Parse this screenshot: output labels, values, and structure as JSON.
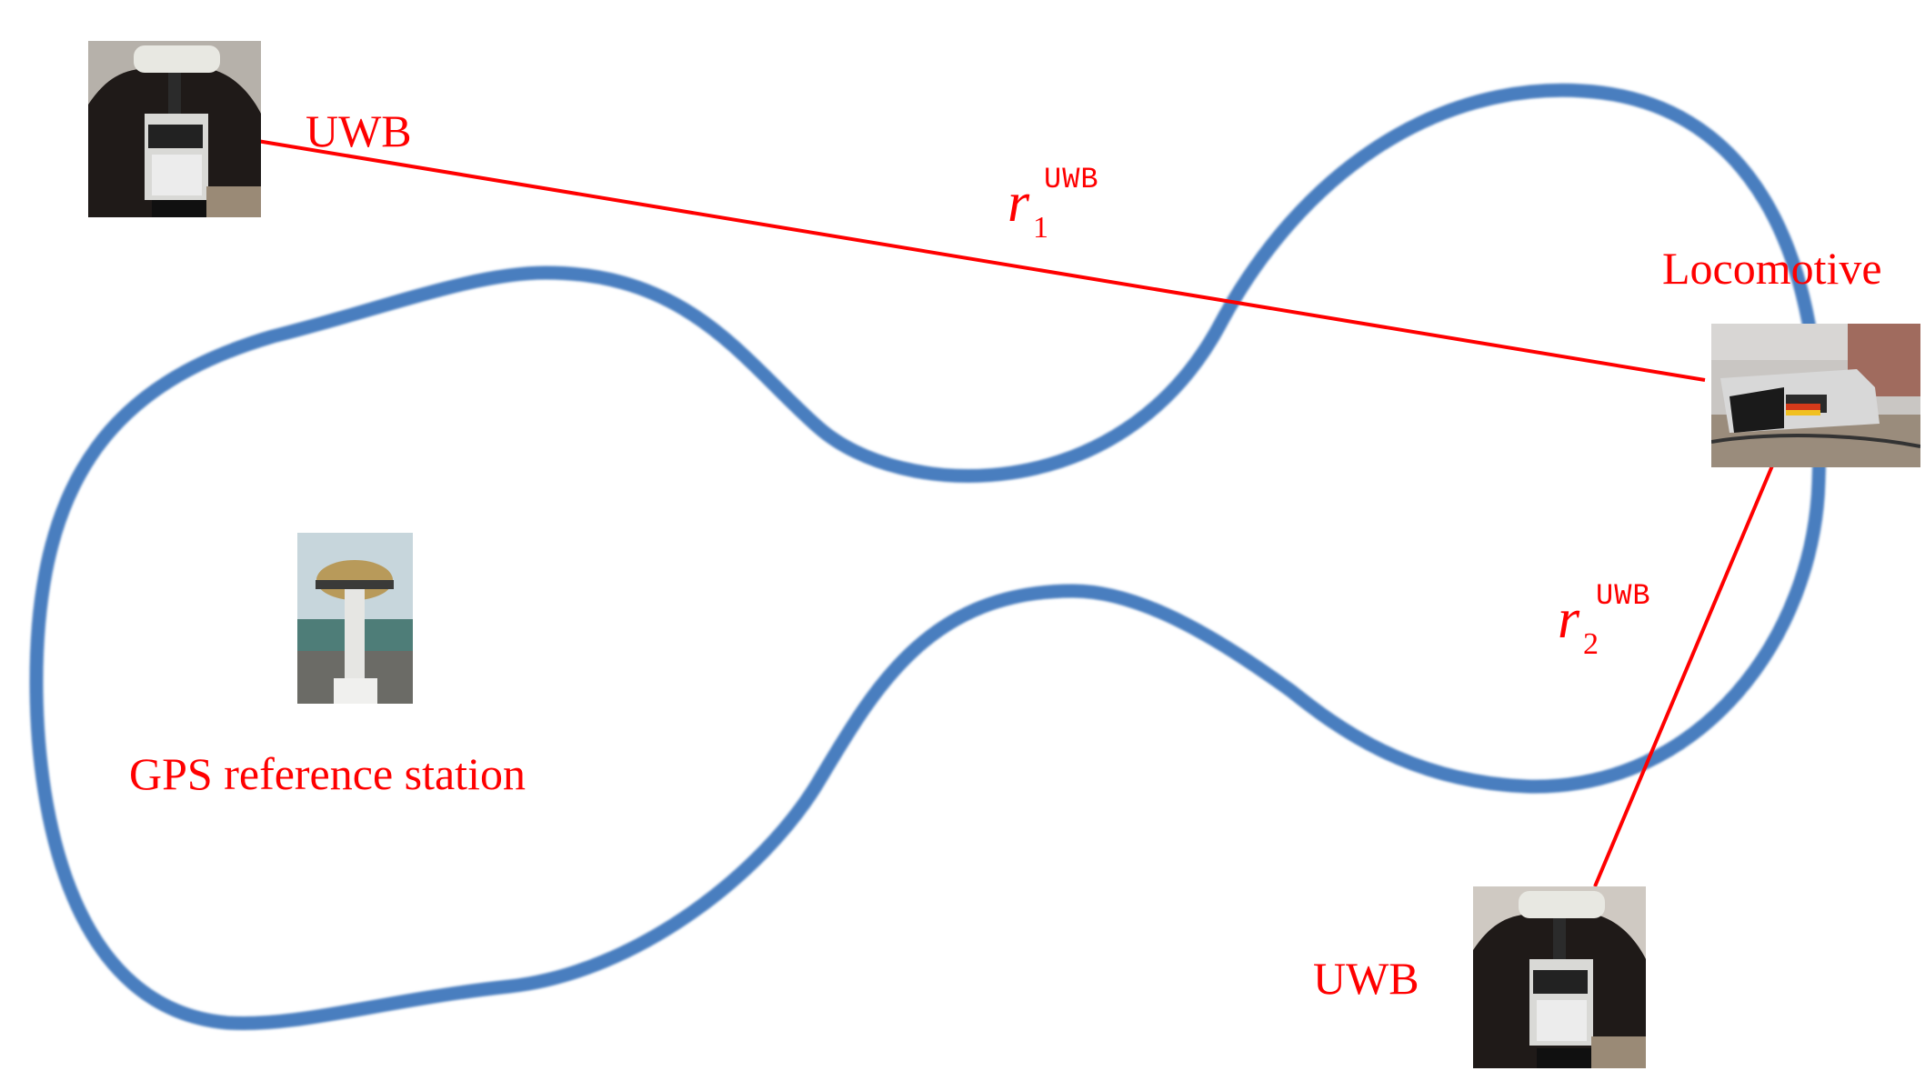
{
  "colors": {
    "track": "#4a7ebf",
    "link": "#ff0000",
    "label": "#ff0000",
    "background": "#ffffff"
  },
  "labels": {
    "uwb_top": "UWB",
    "uwb_bottom": "UWB",
    "locomotive": "Locomotive",
    "gps_station": "GPS reference station"
  },
  "ranges": {
    "r1": {
      "symbol": "r",
      "subscript": "1",
      "superscript": "UWB"
    },
    "r2": {
      "symbol": "r",
      "subscript": "2",
      "superscript": "UWB"
    }
  },
  "icons": {
    "uwb_device": "uwb-anchor-photo-icon",
    "locomotive": "locomotive-photo-icon",
    "gps_antenna": "gps-antenna-photo-icon"
  }
}
